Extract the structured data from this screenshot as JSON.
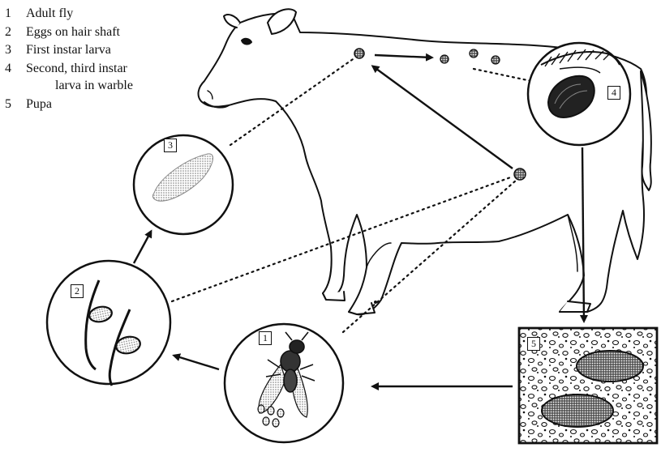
{
  "legend": [
    {
      "number": "1",
      "label": "Adult fly"
    },
    {
      "number": "2",
      "label": "Eggs on hair shaft"
    },
    {
      "number": "3",
      "label": "First instar larva"
    },
    {
      "number": "4",
      "label": "Second, third instar",
      "continuation": "larva in warble"
    },
    {
      "number": "5",
      "label": "Pupa"
    }
  ],
  "stages": [
    {
      "number": "1",
      "subject": "adult-fly"
    },
    {
      "number": "2",
      "subject": "eggs-on-hair-shaft"
    },
    {
      "number": "3",
      "subject": "first-instar-larva"
    },
    {
      "number": "4",
      "subject": "larva-in-warble"
    },
    {
      "number": "5",
      "subject": "pupa-in-soil"
    }
  ],
  "colors": {
    "ink": "#111111",
    "background": "#ffffff",
    "stipple": "#9a9a9a"
  }
}
